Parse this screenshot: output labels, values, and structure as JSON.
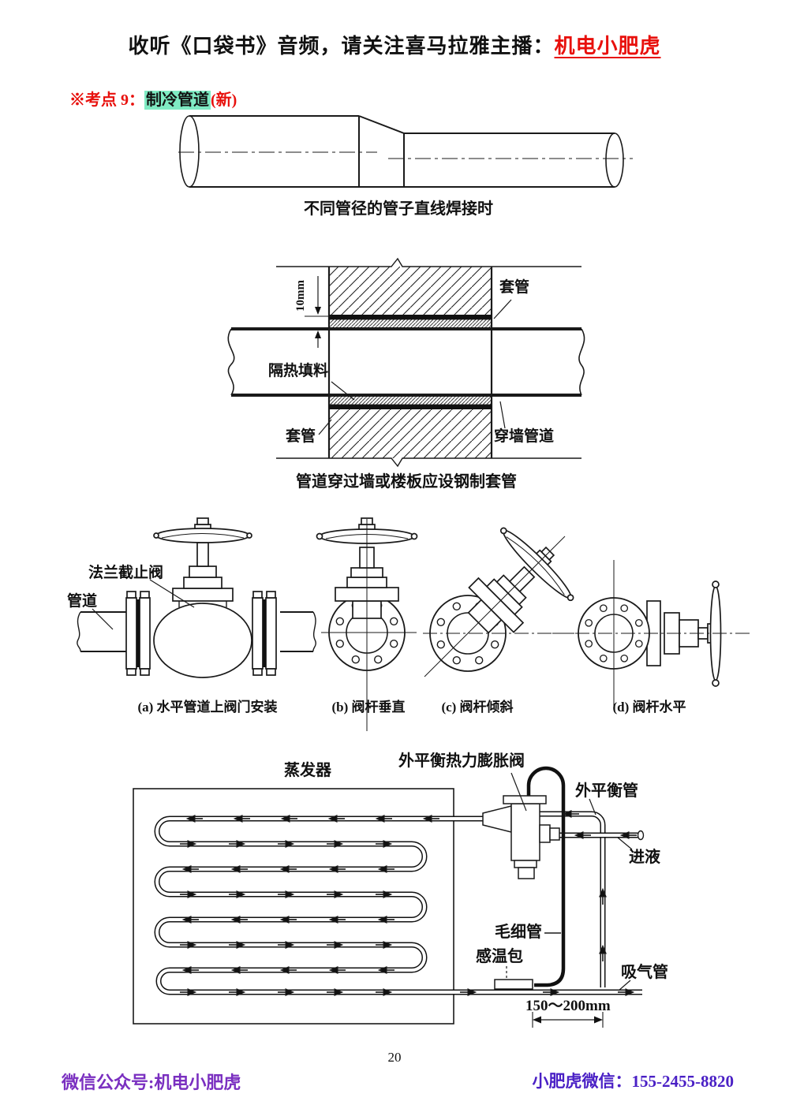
{
  "header": {
    "prefix": "收听《口袋书》音频，请关注喜马拉雅主播：",
    "channel": "机电小肥虎"
  },
  "section": {
    "marker": "※考点 9：",
    "topic": "制冷管道",
    "tag": "(新)"
  },
  "figure1": {
    "caption": "不同管径的管子直线焊接时"
  },
  "figure2": {
    "caption": "管道穿过墙或楼板应设钢制套管",
    "labels": {
      "dimension": "10mm",
      "sleeve_top": "套管",
      "insulation": "隔热填料",
      "sleeve_bottom": "套管",
      "through_wall_pipe": "穿墙管道"
    }
  },
  "figure3": {
    "labels": {
      "flange_stop_valve": "法兰截止阀",
      "pipe": "管道"
    },
    "captions": {
      "a": "(a) 水平管道上阀门安装",
      "b": "(b) 阀杆垂直",
      "c": "(c) 阀杆倾斜",
      "d": "(d) 阀杆水平"
    }
  },
  "figure4": {
    "labels": {
      "evaporator": "蒸发器",
      "expansion_valve": "外平衡热力膨胀阀",
      "equalizer_pipe": "外平衡管",
      "liquid_in": "进液",
      "capillary": "毛细管",
      "sensor_bulb": "感温包",
      "suction_pipe": "吸气管",
      "dimension": "150～200mm"
    }
  },
  "page_number": "20",
  "footer": {
    "left": "微信公众号:机电小肥虎",
    "right_label": "小肥虎微信：",
    "right_number": "155-2455-8820"
  },
  "colors": {
    "accent_red": "#e8100c",
    "highlight_green": "#7febc3",
    "footer_left_purple": "#7a2fc0",
    "footer_right_blue": "#4a20c5"
  }
}
